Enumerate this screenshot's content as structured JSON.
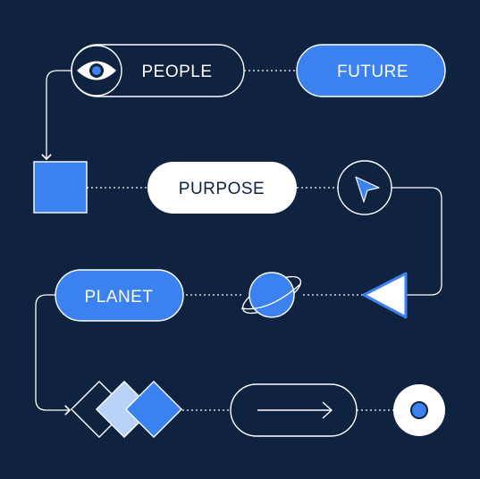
{
  "colors": {
    "background": "#0f2240",
    "blue": "#3b82f0",
    "light_blue": "#b9d2f7",
    "white": "#ffffff",
    "line": "#ffffff"
  },
  "nodes": {
    "people": {
      "label": "PEOPLE",
      "icon": "eye-icon"
    },
    "future": {
      "label": "FUTURE"
    },
    "square": {
      "icon": "square-shape"
    },
    "purpose": {
      "label": "PURPOSE"
    },
    "cursor": {
      "icon": "cursor-arrow-icon"
    },
    "planet_label": {
      "label": "PLANET"
    },
    "planet": {
      "icon": "planet-icon"
    },
    "triangle": {
      "icon": "triangle-shape"
    },
    "diamonds": {
      "icon": "diamond-shapes"
    },
    "arrow_pill": {
      "icon": "arrow-right-icon"
    },
    "target": {
      "icon": "target-dot-icon"
    }
  }
}
